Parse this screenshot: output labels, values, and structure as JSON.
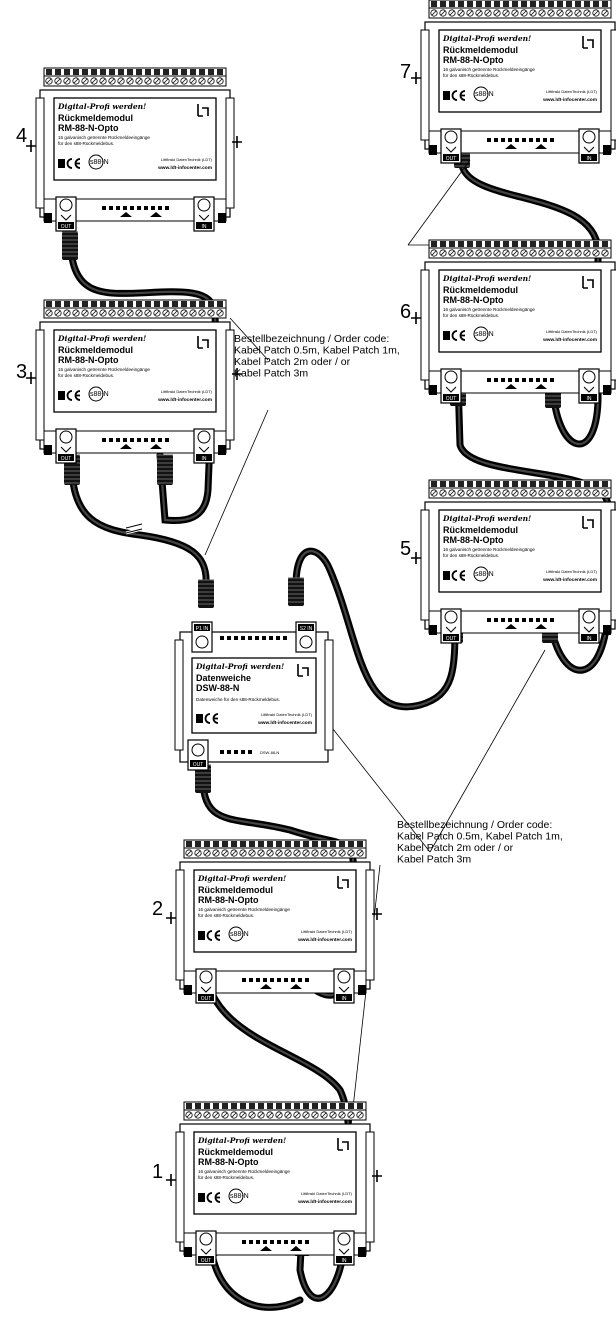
{
  "order_notes": [
    {
      "lines": [
        "Bestellbezeichnung / Order code:",
        "Kabel Patch 0.5m, Kabel Patch 1m,",
        "Kabel Patch 2m oder / or",
        "Kabel Patch 3m"
      ]
    },
    {
      "lines": [
        "Bestellbezeichnung / Order code:",
        "Kabel Patch 0.5m, Kabel Patch 1m,",
        "Kabel Patch 2m oder / or",
        "Kabel Patch 3m"
      ]
    }
  ],
  "module_labels": {
    "slogan": "Digital-Profi werden!",
    "title1": "Rückmeldemodul",
    "title2": "RM-88-N-Opto",
    "desc1": "16 galvanisch getrennte Rückmeldeeingänge",
    "desc2": "für den s88-Rückmeldebus.",
    "company": "Littfinski DatenTechnik (LDT)",
    "website": "www.ldt-infocenter.com",
    "s88": "s88-N",
    "out": "OUT",
    "in": "IN"
  },
  "switch_labels": {
    "slogan": "Digital-Profi werden!",
    "title1": "Datenweiche",
    "title2": "DSW-88-N",
    "desc": "Datenweiche für den s88-Rückmeldebus.",
    "company": "Littfinski DatenTechnik (LDT)",
    "website": "www.ldt-infocenter.com",
    "out": "OUT",
    "port1": "P1 IN",
    "port2": "S2 IN",
    "bottom_small": "DSW-88-N"
  },
  "module_numbers": [
    "1",
    "2",
    "3",
    "4",
    "5",
    "6",
    "7"
  ]
}
